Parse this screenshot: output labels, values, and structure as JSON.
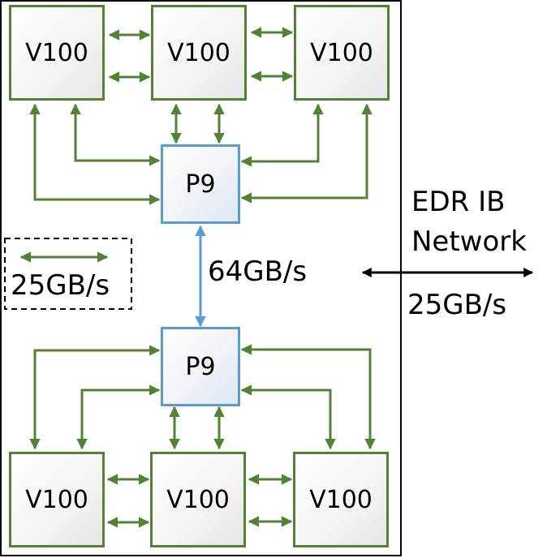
{
  "colors": {
    "nvlink": "#538135",
    "cpu_link": "#5b9bd5",
    "network": "#000000"
  },
  "node": {
    "top_gpus": [
      "V100",
      "V100",
      "V100"
    ],
    "top_cpu": "P9",
    "bottom_cpu": "P9",
    "bottom_gpus": [
      "V100",
      "V100",
      "V100"
    ],
    "xbus_label": "64GB/s"
  },
  "legend": {
    "label": "25GB/s"
  },
  "network": {
    "line1": "EDR IB",
    "line2": "Network",
    "bandwidth": "25GB/s"
  }
}
